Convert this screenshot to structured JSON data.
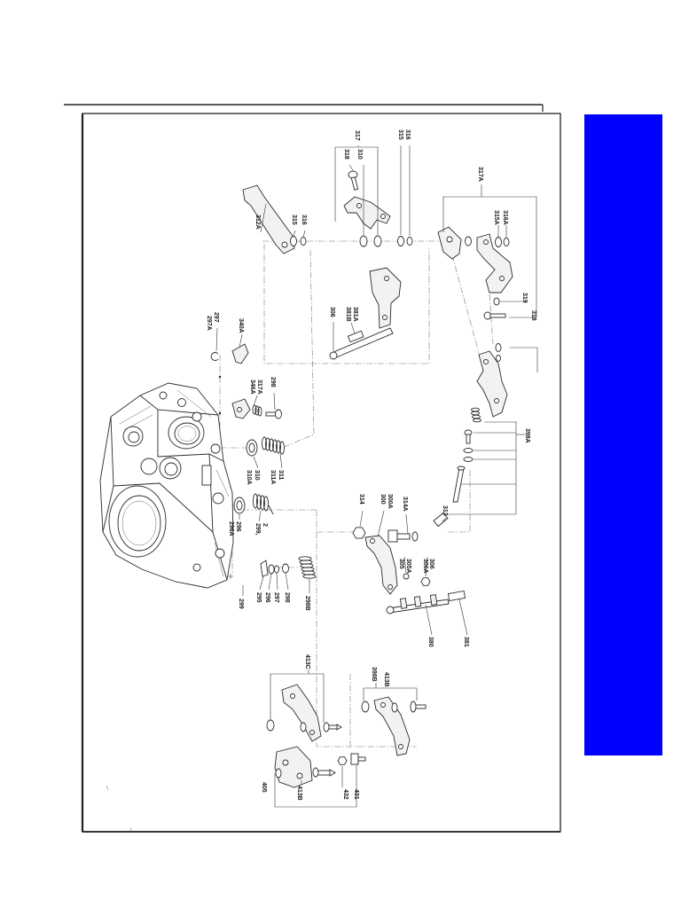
{
  "page": {
    "background": "#ffffff"
  },
  "side_panel": {
    "color": "#0000ff"
  },
  "callouts": [
    "317",
    "318",
    "310",
    "316",
    "315",
    "312A",
    "315",
    "316",
    "317A",
    "316A",
    "315A",
    "319",
    "318",
    "297",
    "297A",
    "340A",
    "306",
    "381A",
    "381B",
    "298",
    "317A",
    "346A",
    "311",
    "311A",
    "310",
    "310A",
    "398A",
    "300",
    "300A",
    "314",
    "314A",
    "313",
    "296",
    "296A",
    "299,",
    "2",
    "306",
    "306A",
    "305",
    "305A",
    "299",
    "295",
    "296",
    "297",
    "298",
    "298B",
    "380",
    "381",
    "413C",
    "398B",
    "413B",
    "405",
    "413B",
    "432",
    "431"
  ]
}
